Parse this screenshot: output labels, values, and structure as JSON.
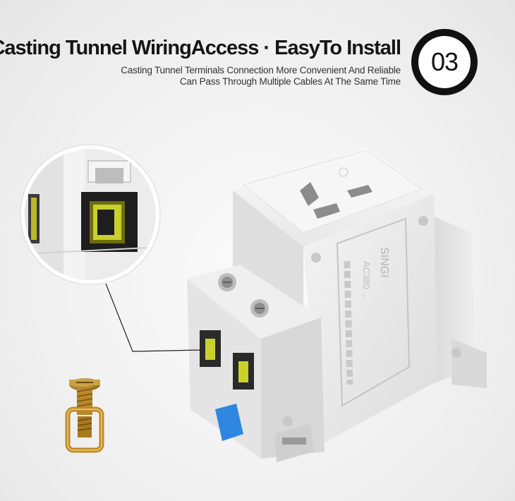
{
  "headline": "Casting Tunnel WiringAccess · EasyTo Install",
  "subtitle_line1": "Casting Tunnel Terminals Connection More Convenient And Reliable",
  "subtitle_line2": "Can Pass Through Multiple Cables At The Same Time",
  "step_number": "03",
  "brand_mark": "SINGI",
  "rating_text": "AC380 ...",
  "colors": {
    "badge": "#111111",
    "socket_body": "#e9e9e9",
    "terminal_window": "#ccd42a",
    "lever": "#2f86e0",
    "screw": "#c8982e"
  }
}
